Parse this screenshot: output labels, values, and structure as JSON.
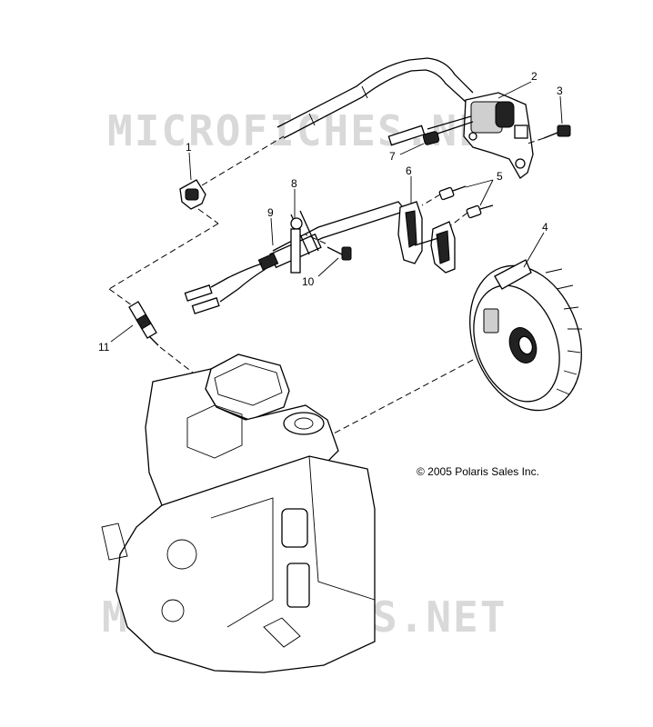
{
  "diagram": {
    "watermark_text": "MICROFICHES.NET",
    "copyright": "© 2005 Polaris Sales Inc.",
    "callouts": [
      "1",
      "2",
      "3",
      "4",
      "5",
      "6",
      "7",
      "8",
      "9",
      "10",
      "11"
    ]
  }
}
